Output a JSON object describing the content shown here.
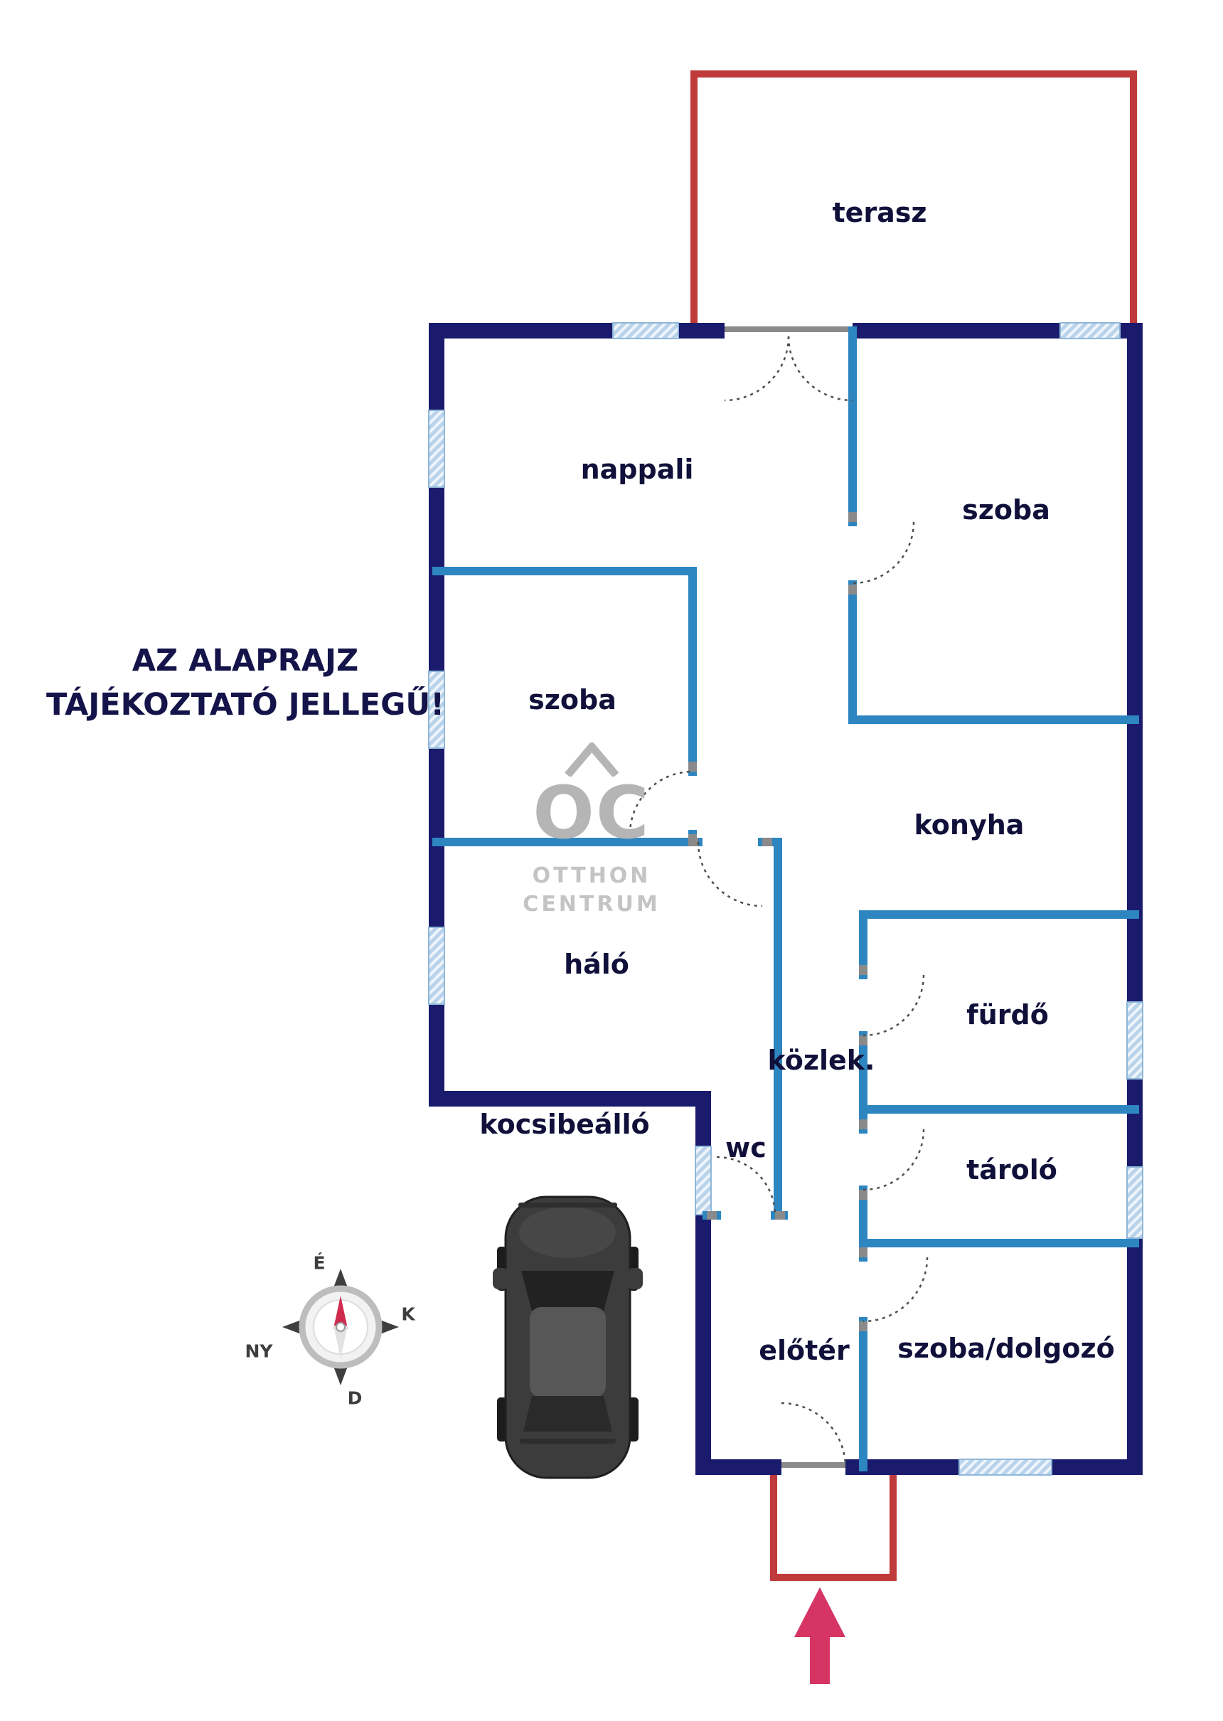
{
  "disclaimer": {
    "line1": "AZ ALAPRAJZ",
    "line2": "TÁJÉKOZTATÓ JELLEGŰ!"
  },
  "rooms": {
    "terasz": "terasz",
    "nappali": "nappali",
    "szoba_upper": "szoba",
    "szoba_mid": "szoba",
    "konyha": "konyha",
    "halo": "háló",
    "furdo": "fürdő",
    "kozlek": "közlek.",
    "wc": "wc",
    "tarolo": "tároló",
    "eloter": "előtér",
    "szoba_dolgozo": "szoba/dolgozó",
    "kocsibeallo": "kocsibeálló"
  },
  "compass": {
    "north": "É",
    "east": "K",
    "south": "D",
    "west": "NY"
  },
  "logo": {
    "monogram": "OC",
    "line1": "OTTHON",
    "line2": "CENTRUM"
  },
  "colors": {
    "outer_wall": "#1b1b6e",
    "inner_wall": "#2e86c1",
    "window_fill": "#b9d3ea",
    "terrace_red": "#bf3a3a",
    "arrow_pink": "#d63563",
    "label_text": "#10103a"
  }
}
